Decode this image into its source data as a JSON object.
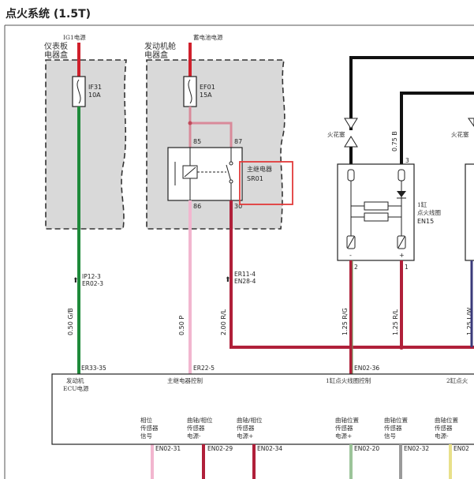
{
  "title": "点火系统 (1.5T)",
  "sources": {
    "left": {
      "supply": "IG1电源",
      "box_line1": "仪表板",
      "box_line2": "电器盒",
      "fuse_id": "IF31",
      "fuse_rating": "10A"
    },
    "middle": {
      "supply": "蓄电池电源",
      "box_line1": "发动机舱",
      "box_line2": "电器盒",
      "fuse_id": "EF01",
      "fuse_rating": "15A"
    }
  },
  "relay": {
    "name_cn": "主继电器",
    "id": "SR01",
    "pin_85": "85",
    "pin_87": "87",
    "pin_86": "86",
    "pin_30": "30"
  },
  "connectors": {
    "ip12_3": "IP12-3",
    "er02_3": "ER02-3",
    "er11_4": "ER11-4",
    "en28_4": "EN28-4"
  },
  "wires": {
    "green": "0.50 G/B",
    "pink": "0.50 P",
    "red": "2.00 R/L",
    "coil1_a": "1.25 R/G",
    "coil1_b": "1.25 R/L",
    "coil2_a": "1.25 L/W",
    "coil_top": "0.75 B"
  },
  "coil": {
    "spark_label": "火花塞",
    "spark_label2": "火花塞",
    "name_line1": "1缸",
    "name_line2": "点火线圈",
    "id": "EN15",
    "pin2": "2",
    "pin1": "1",
    "pin3": "3",
    "minus": "-",
    "plus": "+"
  },
  "ecu": {
    "pin_left": "ER33-35",
    "pin_mid": "ER22-5",
    "pin_right": "EN02-36",
    "power_line1": "发动机",
    "power_line2": "ECU电源",
    "relay_ctrl": "主继电器控制",
    "coil1_ctrl": "1缸点火线圈控制",
    "coil2_ctrl": "2缸点火",
    "sensors": [
      {
        "l1": "相位",
        "l2": "传感器",
        "l3": "信号",
        "pin": "EN02-31"
      },
      {
        "l1": "曲轴/相位",
        "l2": "传感器",
        "l3": "电源-",
        "pin": "EN02-29"
      },
      {
        "l1": "曲轴/相位",
        "l2": "传感器",
        "l3": "电源+",
        "pin": "EN02-34"
      },
      {
        "l1": "曲轴位置",
        "l2": "传感器",
        "l3": "电源+",
        "pin": "EN02-20"
      },
      {
        "l1": "曲轴位置",
        "l2": "传感器",
        "l3": "信号",
        "pin": "EN02-32"
      },
      {
        "l1": "曲轴位置",
        "l2": "传感器",
        "l3": "电源-",
        "pin": "EN02"
      }
    ]
  },
  "colors": {
    "green": "#1e8a3a",
    "pink": "#f2b6cf",
    "red": "#b0203a",
    "pink_dark": "#d98a9a",
    "highlight": "#e23a3a",
    "gray_box": "#d9d9d9"
  }
}
